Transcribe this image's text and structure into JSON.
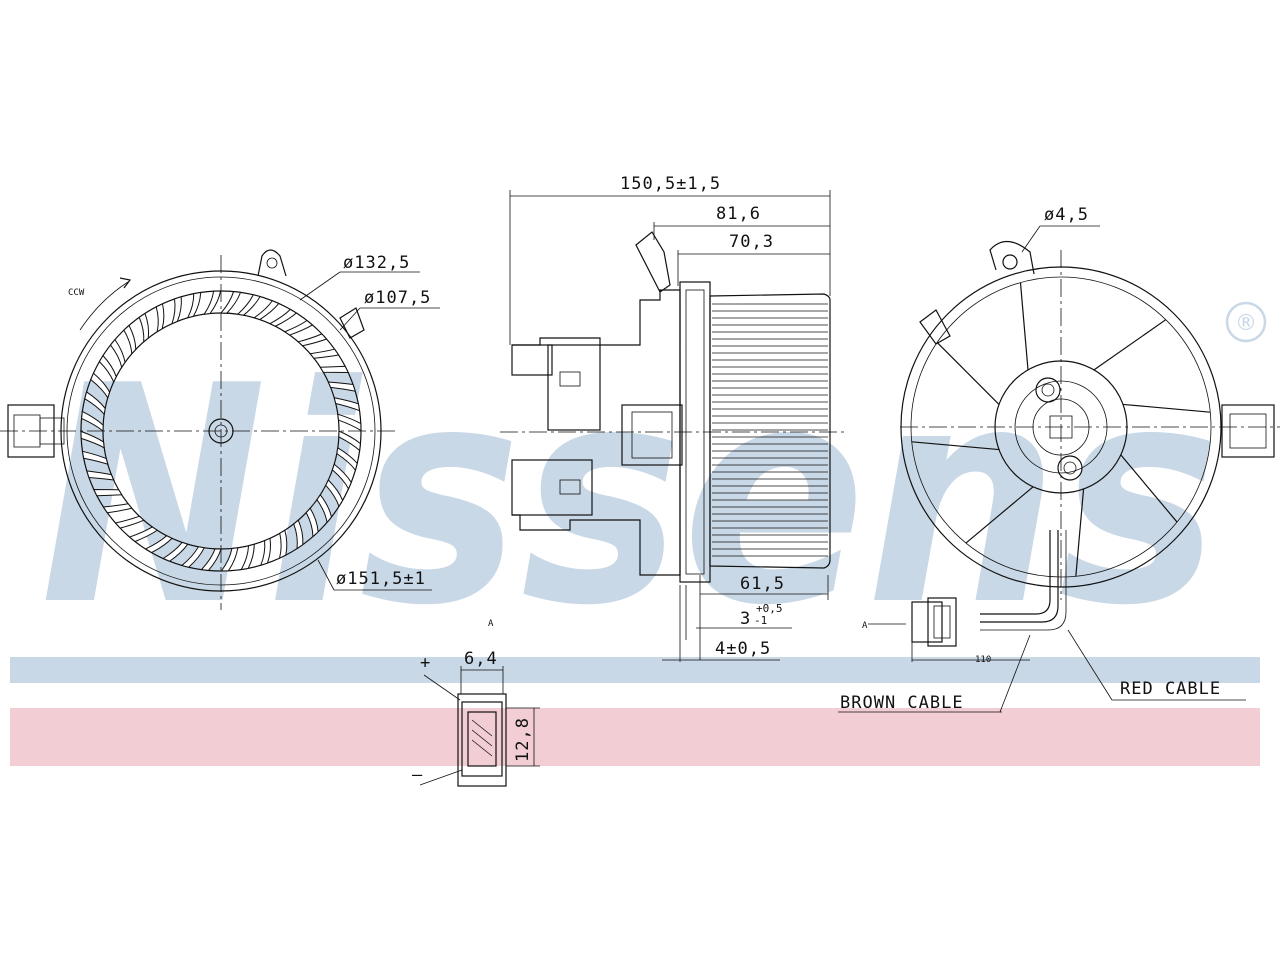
{
  "watermark": {
    "brand": "Nissens",
    "registered_mark": "®",
    "band_colors": {
      "blue": "#c9d8e6",
      "pink": "#f2cdd3"
    }
  },
  "front_view": {
    "rotation_label": "CCW",
    "dim_outer": "ø132,5",
    "dim_inner": "ø107,5",
    "dim_housing": "ø151,5±1"
  },
  "side_view": {
    "dim_total": "150,5±1,5",
    "dim_mid": "81,6",
    "dim_short": "70,3",
    "dim_fan": "61,5",
    "dim_offset_base": "3",
    "dim_offset_tol_top": "+0,5",
    "dim_offset_tol_bottom": "-1",
    "dim_flange": "4±0,5",
    "ref_mark": "A"
  },
  "rear_view": {
    "dim_hole": "ø4,5",
    "cable_length": "110",
    "ref_mark": "A",
    "brown_cable": "BROWN CABLE",
    "red_cable": "RED CABLE"
  },
  "connector": {
    "plus": "+",
    "minus": "–",
    "width": "6,4",
    "height": "12,8"
  }
}
